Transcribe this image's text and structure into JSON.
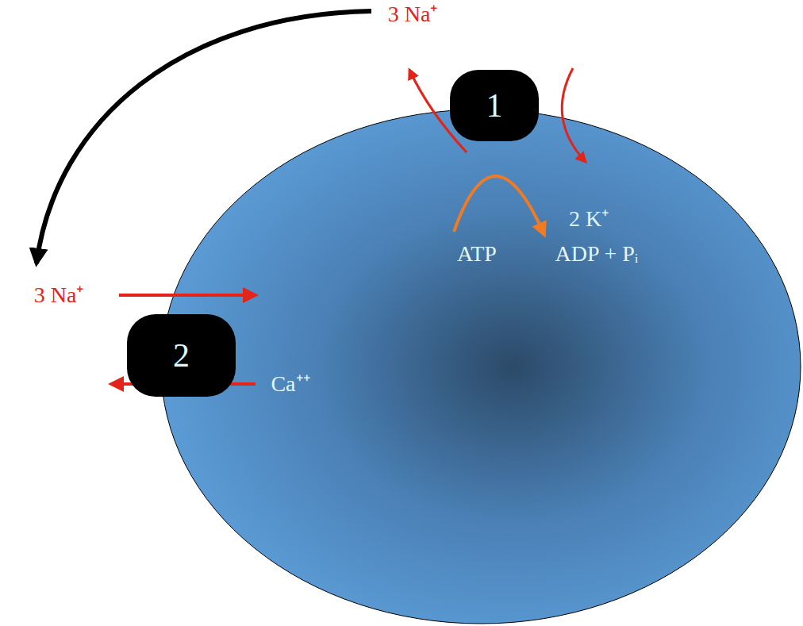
{
  "diagram": {
    "nodes": [
      {
        "text": [
          "1"
        ]
      },
      {
        "text": [
          "2"
        ]
      }
    ],
    "labels": [
      "3 Na⁺",
      "2 K⁺",
      "ATP",
      "ADP + Pᵢ",
      "3 Na⁺",
      "Ca⁺⁺"
    ]
  }
}
